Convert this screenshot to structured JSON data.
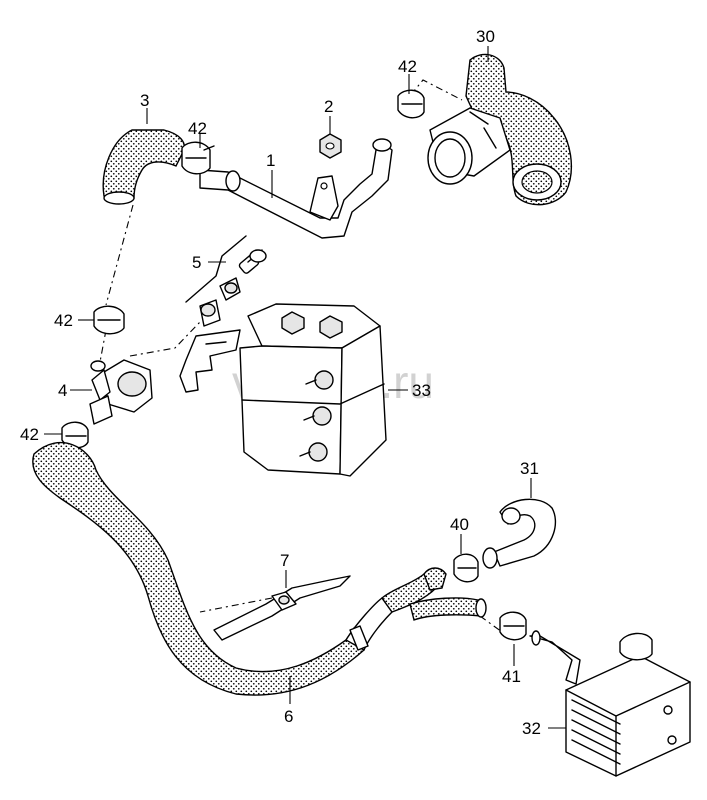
{
  "watermark": "vaudec.ru",
  "callouts": {
    "p1": "1",
    "p2": "2",
    "p3": "3",
    "p4": "4",
    "p5": "5",
    "p6": "6",
    "p7": "7",
    "p30": "30",
    "p31": "31",
    "p32": "32",
    "p33": "33",
    "p40": "40",
    "p41": "41",
    "p42a": "42",
    "p42b": "42",
    "p42c": "42",
    "p42d": "42"
  },
  "colors": {
    "line": "#000000",
    "watermark": "#d2d2d2",
    "background": "#ffffff"
  }
}
